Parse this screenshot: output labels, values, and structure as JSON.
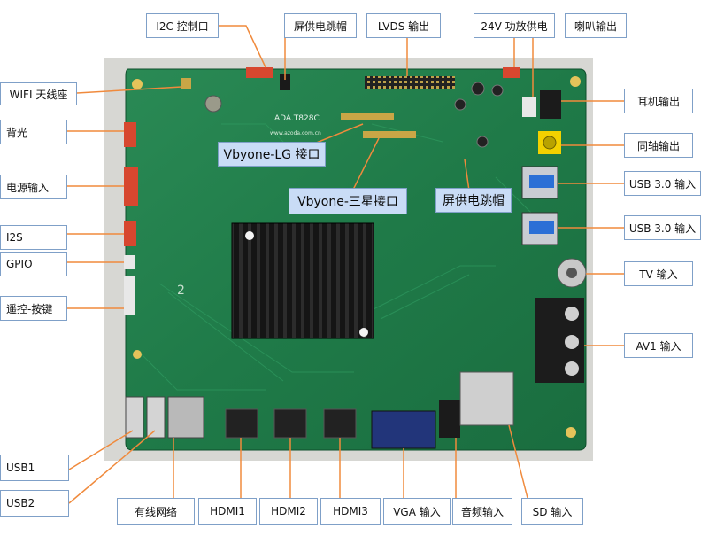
{
  "board": {
    "model": "ADA.T828C",
    "website": "www.azoda.com.cn",
    "silk_number": "2"
  },
  "labels": {
    "wifi": "WIFI 天线座",
    "i2c": "I2C 控制口",
    "screen_jumper_top": "屏供电跳帽",
    "lvds": "LVDS 输出",
    "power_24v": "24V 功放供电",
    "speaker": "喇叭输出",
    "headphone": "耳机输出",
    "coaxial": "同轴输出",
    "usb30_1": "USB 3.0 输入",
    "usb30_2": "USB 3.0 输入",
    "tv": "TV 输入",
    "av1": "AV1 输入",
    "backlight": "背光",
    "power_in": "电源输入",
    "i2s": "I2S",
    "gpio": "GPIO",
    "remote": "遥控-按键",
    "usb1": "USB1",
    "usb2": "USB2",
    "ethernet": "有线网络",
    "hdmi1": "HDMI1",
    "hdmi2": "HDMI2",
    "hdmi3": "HDMI3",
    "vga": "VGA 输入",
    "audio_in": "音频输入",
    "sd": "SD 输入",
    "vbyone_lg": "Vbyone-LG 接口",
    "vbyone_samsung": "Vbyone-三星接口",
    "screen_jumper_mid": "屏供电跳帽"
  },
  "colors": {
    "board": "#1f7a48",
    "arrow": "#f08a3c",
    "label_border": "#7fa0c8",
    "callout_fill": "#c9dcf6"
  }
}
